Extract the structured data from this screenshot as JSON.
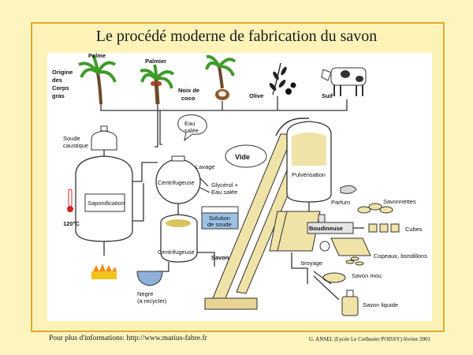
{
  "title": "Le procédé moderne de fabrication du savon",
  "labels": {
    "origin": [
      "Origine",
      "des",
      "Corps",
      "gras"
    ],
    "palme": "Palme",
    "palmier": "Palmier",
    "noix": [
      "Noix de",
      "coco"
    ],
    "olive": "Olive",
    "suif": "Suif",
    "soude": [
      "Soude",
      "caustique"
    ],
    "eau": [
      "Eau",
      "salée"
    ],
    "vide": "Vide",
    "pulverisation": "Pulvérisation",
    "lavage": "Lavage",
    "centrifugeuse1": "Centrifugeuse",
    "glycerol": [
      "Glycérol +",
      "Eau salée"
    ],
    "saponification": "Saponification",
    "temp": "120°C",
    "solution": [
      "Solution",
      "de soude"
    ],
    "centrifugeuse2": "Centrifugeuse",
    "savon": "Savon",
    "parfum": "Parfum",
    "savonnettes": "Savonnettes",
    "boudineuse": "Boudineuse",
    "cubes": "Cubes",
    "copeaux": "Copeaux, bondillons",
    "broyage": "broyage",
    "savon_mou": "Savon mou",
    "negre": [
      "Negre",
      "(a recycler)"
    ],
    "savon_liquide": "Savon liquide"
  },
  "footer": {
    "left": "Pour plus d'informations: http://www.marius-fabre.fr",
    "right": "G. ANSEL (Lycée Le Corbusier POISSY) février 2001"
  },
  "colors": {
    "background": "#fdf5c0",
    "frame": "#e3a92e",
    "leaf": "#3f9b2a",
    "soap": "#f0e3a8",
    "solution": "#9cc3e6"
  }
}
